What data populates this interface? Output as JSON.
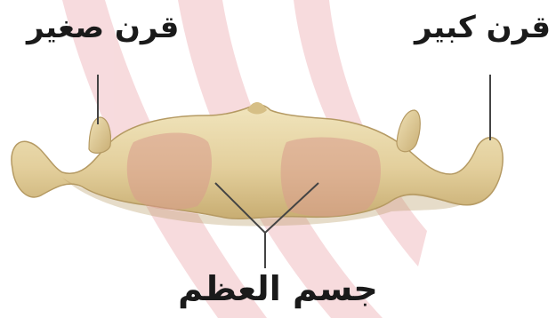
{
  "labels": {
    "lesser_horn": "قرن صغير",
    "greater_horn": "قرن كبير",
    "body": "جسم العظم"
  },
  "colors": {
    "watermark": "#f4d3d6",
    "bone_light": "#ecdcae",
    "bone_mid": "#dcc48f",
    "bone_dark": "#a08a58",
    "highlight_pink": "#d99b8c",
    "leader_line": "#444444",
    "text": "#1a1a1a"
  },
  "icons": [
    "hyoid-bone-illustration",
    "watermark-arcs"
  ]
}
